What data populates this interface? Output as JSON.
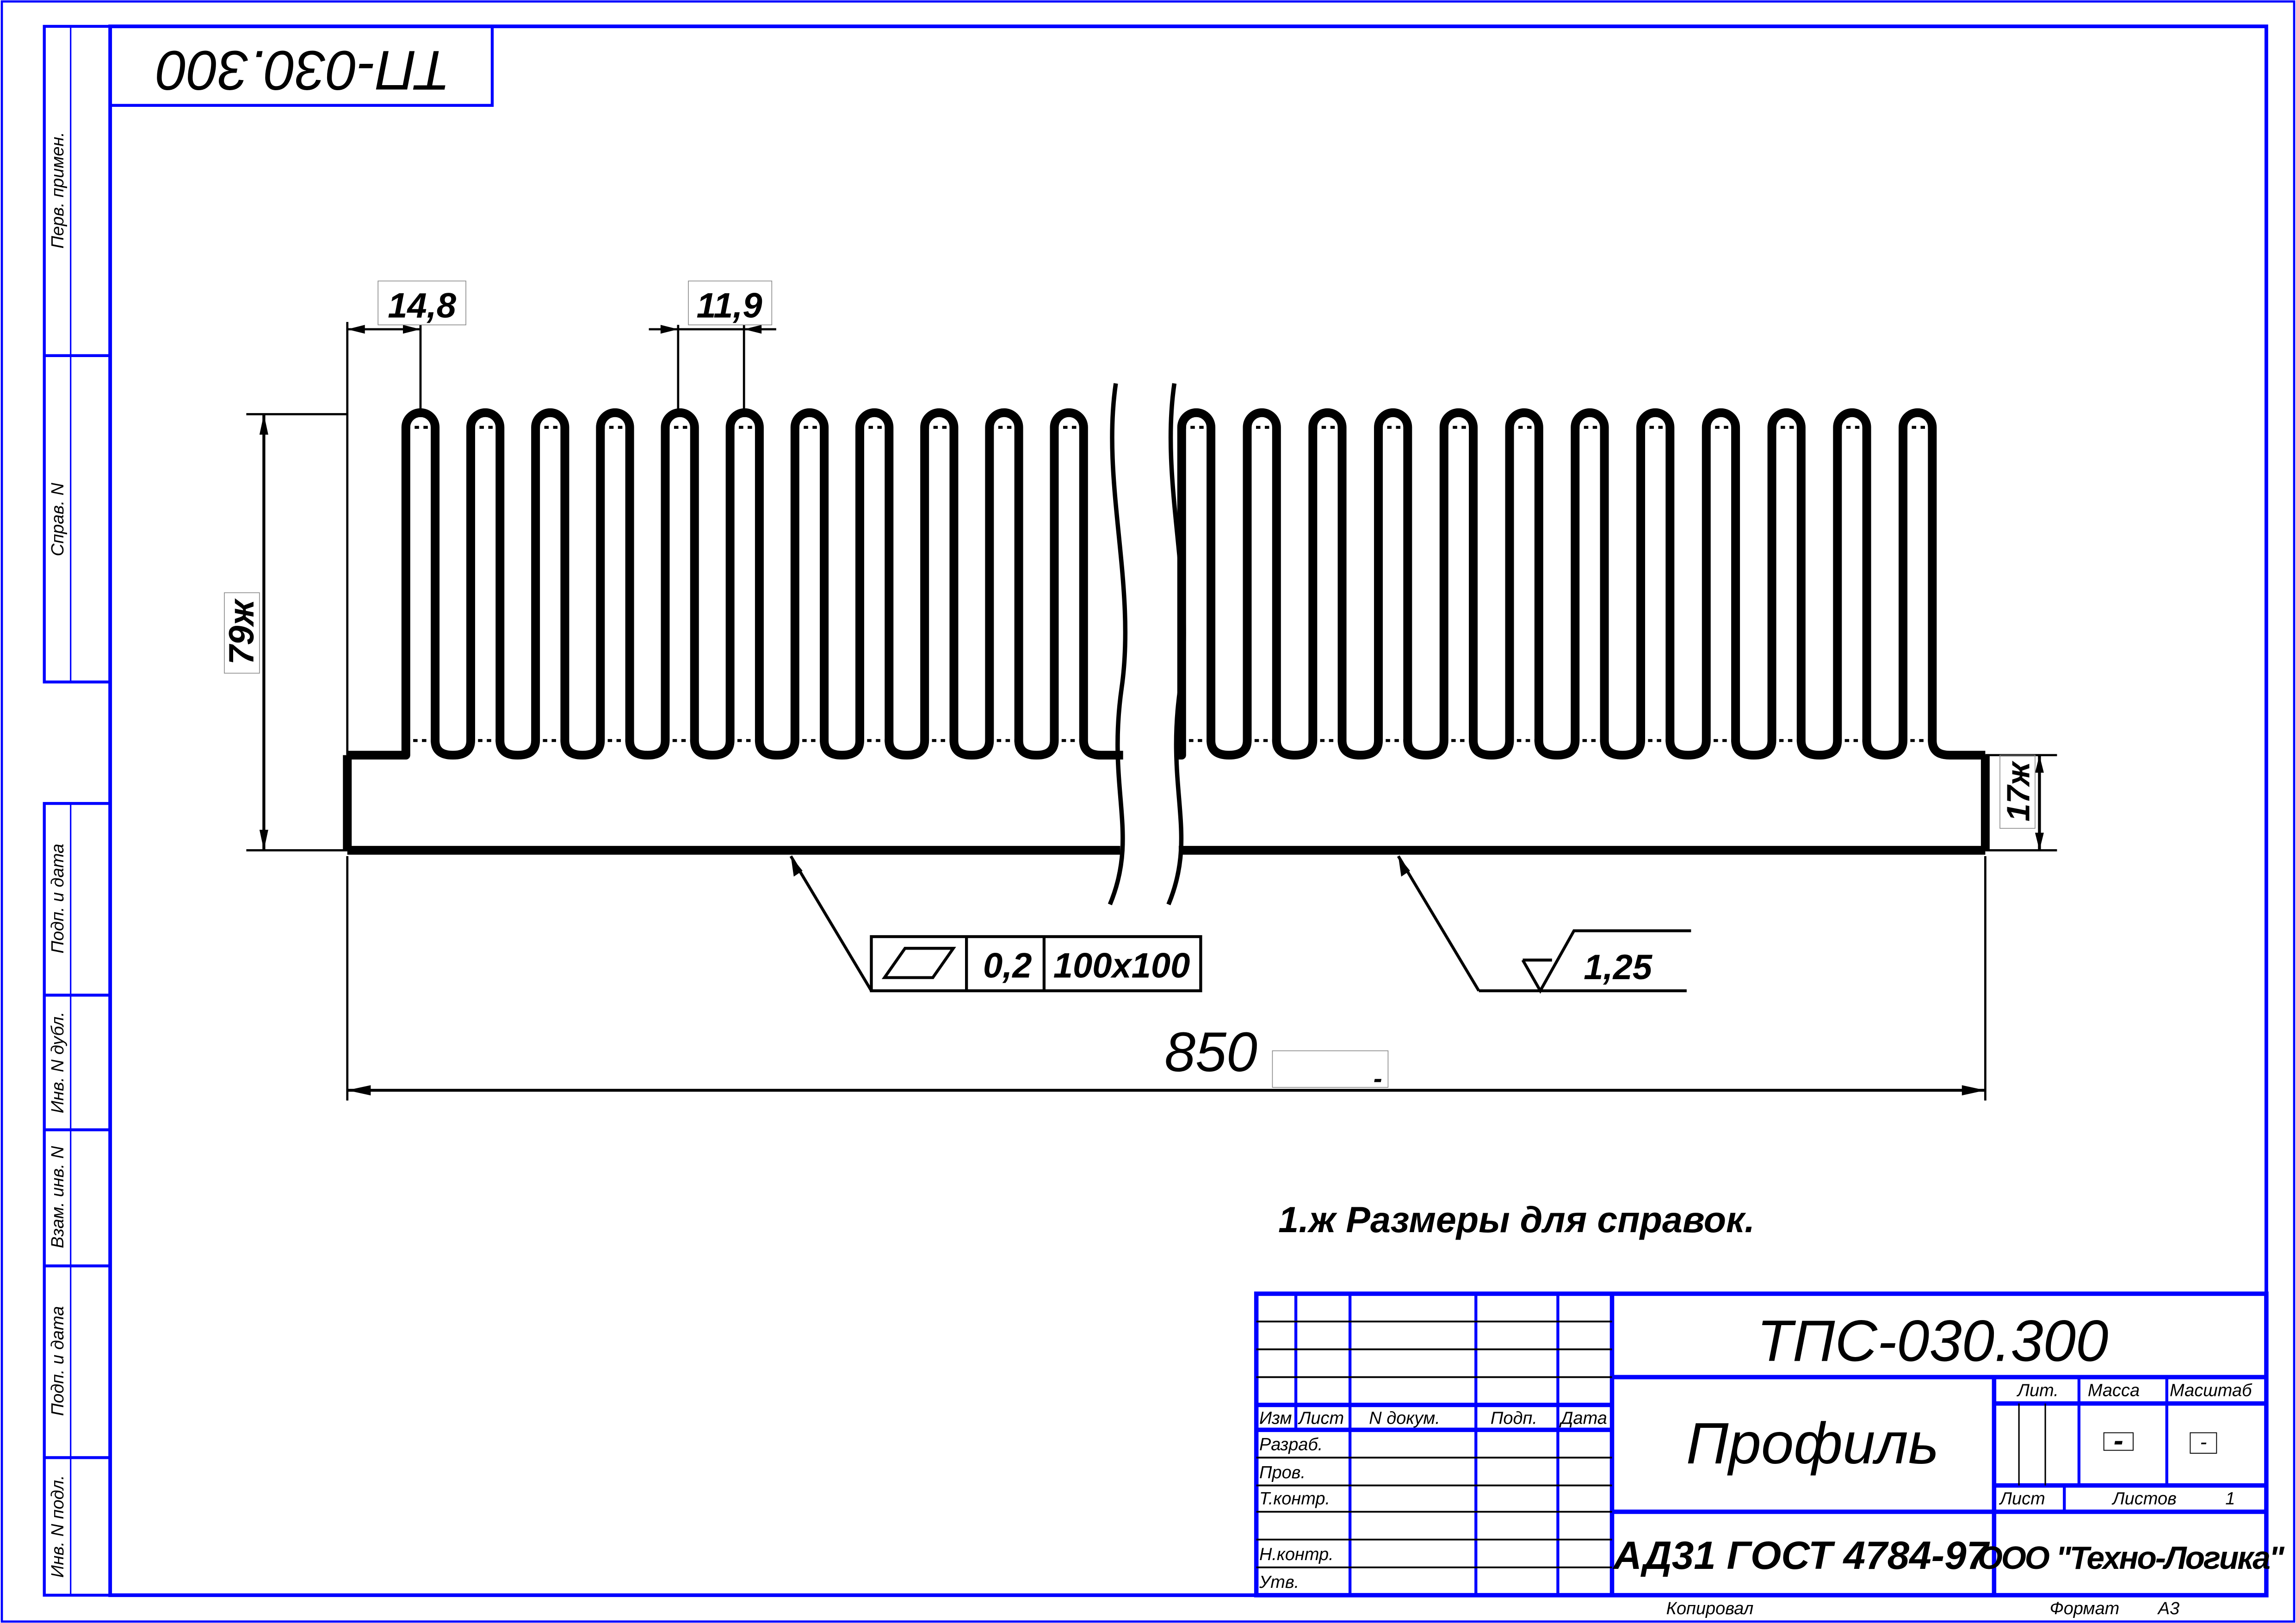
{
  "colors": {
    "frame": "#0000ff",
    "ink": "#000000"
  },
  "stamp_top": "ТП-030.300",
  "side_strip": {
    "upper": [
      "Перв. примен.",
      "Справ. N"
    ],
    "lower": [
      "Подп. и дата",
      "Инв. N дубл.",
      "Взам. инв. N",
      "Подп. и дата",
      "Инв. N подл."
    ]
  },
  "dimensions": {
    "first_fin_offset": "14,8",
    "fin_pitch": "11,9",
    "total_height": "79ж",
    "base_thickness": "17ж",
    "length": "850",
    "length_tolerance": "-"
  },
  "flatness_tolerance": {
    "symbol": "flatness-icon",
    "value": "0,2",
    "area": "100x100"
  },
  "roughness": {
    "symbol": "roughness-icon",
    "value": "1,25"
  },
  "note": "1.ж Размеры для справок.",
  "fins": {
    "left_count": 11,
    "right_count": 12
  },
  "title_block": {
    "designation": "ТПС-030.300",
    "name": "Профиль",
    "material": "АД31 ГОСТ 4784-97",
    "organization": "ООО \"Техно-Логика\"",
    "headers": {
      "izm": "Изм",
      "list": "Лист",
      "doc_no": "N докум.",
      "sign": "Подп.",
      "date": "Дата"
    },
    "roles": [
      "Разраб.",
      "Пров.",
      "Т.контр.",
      "",
      "Н.контр.",
      "Утв."
    ],
    "lit_label": "Лит.",
    "mass_label": "Масса",
    "scale_label": "Масштаб",
    "mass_value": "-",
    "scale_value": "-",
    "sheet_label": "Лист",
    "sheets_label": "Листов",
    "sheets_value": "1",
    "copied_label": "Копировал",
    "format_label": "Формат",
    "format_value": "А3"
  }
}
